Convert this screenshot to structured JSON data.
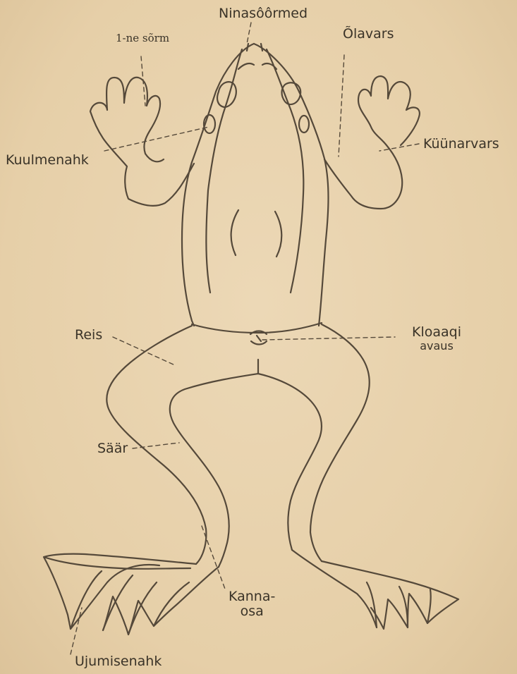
{
  "labels": {
    "nostrils": "Ninasôôrmed",
    "first_finger": "1-ne sõrm",
    "upper_arm": "Õlavars",
    "eardrum": "Kuulmenahk",
    "forearm": "Küünarvars",
    "thigh": "Reis",
    "cloaca_line1": "Kloaaqi",
    "cloaca_line2": "avaus",
    "shin": "Säär",
    "heel_line1": "Kanna-",
    "heel_line2": "osa",
    "web": "Ujumisenahk"
  },
  "colors": {
    "ink": "#55493a",
    "paper": "#e9d4b0",
    "text": "#3a3328"
  }
}
